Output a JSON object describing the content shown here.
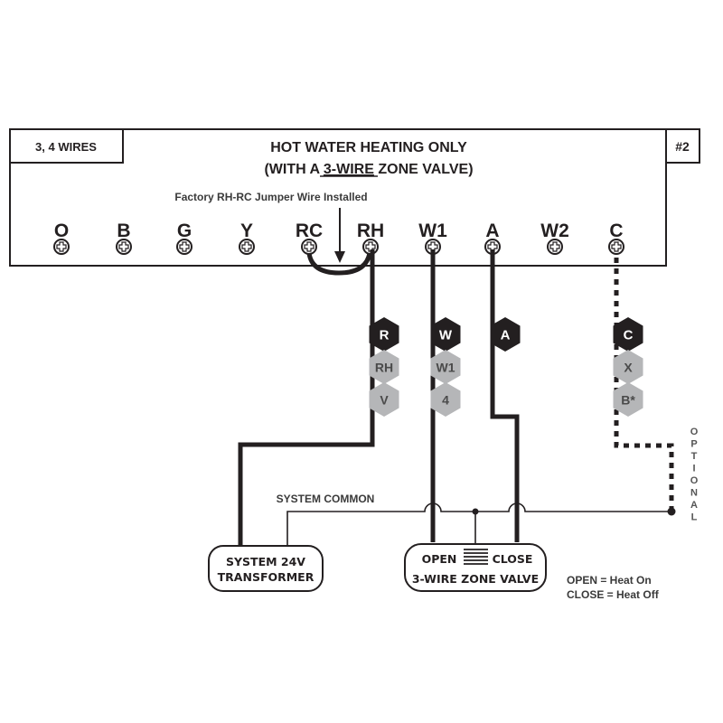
{
  "header": {
    "wire_count_label": "3, 4 WIRES",
    "title_line1": "HOT WATER HEATING ONLY",
    "title_line2_prefix": "(WITH A ",
    "title_line2_underlined": "3-WIRE",
    "title_line2_suffix": " ZONE VALVE)",
    "diagram_number": "#2",
    "jumper_note": "Factory RH-RC Jumper Wire Installed"
  },
  "terminals": [
    {
      "label": "O"
    },
    {
      "label": "B"
    },
    {
      "label": "G"
    },
    {
      "label": "Y"
    },
    {
      "label": "RC"
    },
    {
      "label": "RH"
    },
    {
      "label": "W1"
    },
    {
      "label": "A"
    },
    {
      "label": "W2"
    },
    {
      "label": "C"
    }
  ],
  "wire_tags": {
    "rh": {
      "primary": "R",
      "alternates": [
        "RH",
        "V"
      ]
    },
    "w1": {
      "primary": "W",
      "alternates": [
        "W1",
        "4"
      ]
    },
    "a": {
      "primary": "A",
      "alternates": []
    },
    "c": {
      "primary": "C",
      "alternates": [
        "X",
        "B*"
      ]
    }
  },
  "labels": {
    "system_common": "SYSTEM COMMON",
    "optional": "OPTIONAL",
    "optional_letters": [
      "O",
      "P",
      "T",
      "I",
      "O",
      "N",
      "A",
      "L"
    ]
  },
  "transformer": {
    "line1": "SYSTEM 24V",
    "line2": "TRANSFORMER"
  },
  "zone_valve": {
    "open_label": "OPEN",
    "close_label": "CLOSE",
    "name": "3-WIRE ZONE VALVE"
  },
  "legend": {
    "open_meaning": "OPEN = Heat On",
    "close_meaning": "CLOSE = Heat Off"
  },
  "colors": {
    "ink": "#231f20",
    "hex_dark": "#231f20",
    "hex_grey": "#b5b6b8"
  }
}
